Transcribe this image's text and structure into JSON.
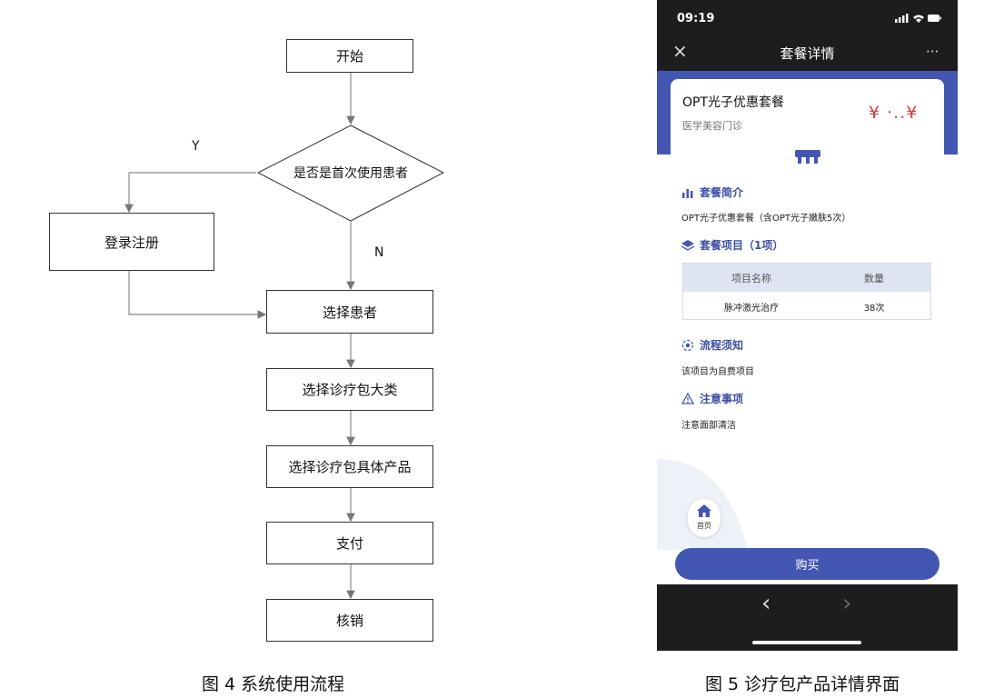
{
  "flowchart": {
    "nodes": {
      "start": "开始",
      "decision": "是否是首次使用患者",
      "register": "登录注册",
      "select_patient": "选择患者",
      "select_category": "选择诊疗包大类",
      "select_product": "选择诊疗包具体产品",
      "pay": "支付",
      "verify": "核销"
    },
    "branch_yes": "Y",
    "branch_no": "N",
    "caption": "图 4  系统使用流程"
  },
  "phone": {
    "status_time": "09:19",
    "nav_title": "套餐详情",
    "close_glyph": "×",
    "more_glyph": "···",
    "package_name": "OPT光子优惠套餐",
    "department": "医学美容门诊",
    "price": "¥ ·..¥",
    "intro_title": "套餐简介",
    "intro_text": "OPT光子优惠套餐（含OPT光子嫩肤5次）",
    "items_title": "套餐项目（1项）",
    "table": {
      "headers": [
        "项目名称",
        "数量"
      ],
      "rows": [
        [
          "脉冲激光治疗",
          "38次"
        ]
      ]
    },
    "process_title": "流程须知",
    "process_text": "该项目为自费项目",
    "notice_title": "注意事项",
    "notice_text": "注意面部清洁",
    "home_label": "首页",
    "buy_label": "购买",
    "back_glyph": "‹",
    "forward_glyph": "›",
    "colors": {
      "accent": "#4356b2",
      "header_bg": "#1d1d1f",
      "price": "#d63a3a"
    }
  },
  "phone_caption": "图 5  诊疗包产品详情界面"
}
